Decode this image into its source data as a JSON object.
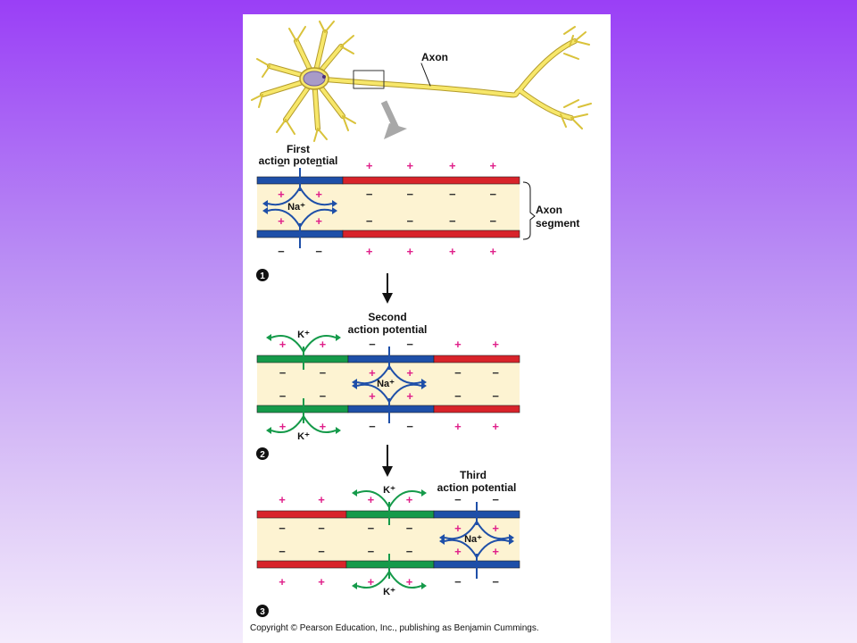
{
  "labels": {
    "axon": "Axon",
    "first": [
      "First",
      "action potential"
    ],
    "second": [
      "Second",
      "action potential"
    ],
    "third": [
      "Third",
      "action potential"
    ],
    "segment": [
      "Axon",
      "segment"
    ],
    "na": "Na⁺",
    "k": "K⁺",
    "plus": "+",
    "minus": "−"
  },
  "steps": [
    "1",
    "2",
    "3"
  ],
  "copyright": "Copyright © Pearson Education, Inc., publishing as Benjamin Cummings.",
  "colors": {
    "depolarized": "#1e4fa8",
    "resting": "#d8232a",
    "repolarizing": "#159a4a",
    "cytoplasm": "#fdf3d2",
    "neuron": "#f7e76a",
    "neuron_outline": "#b39b2a",
    "nucleus": "#a89bc8",
    "charge": "#e0208a",
    "arrow_gray": "#a8a8a8"
  }
}
